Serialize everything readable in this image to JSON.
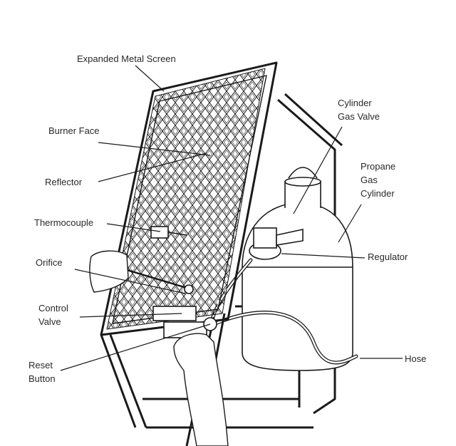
{
  "labels": {
    "expanded_metal_screen": "Expanded Metal Screen",
    "burner_face": "Burner Face",
    "reflector": "Reflector",
    "thermocouple": "Thermocouple",
    "orifice": "Orifice",
    "control_valve": "Control\nValve",
    "reset_button": "Reset\nButton",
    "cylinder_gas_valve": "Cylinder\nGas Valve",
    "propane_gas_cylinder": "Propane\nGas\nCylinder",
    "regulator": "Regulator",
    "hose": "Hose"
  },
  "colors": {
    "line": "#1a1a1a",
    "text": "#2a2a2a",
    "background": "#ffffff"
  }
}
